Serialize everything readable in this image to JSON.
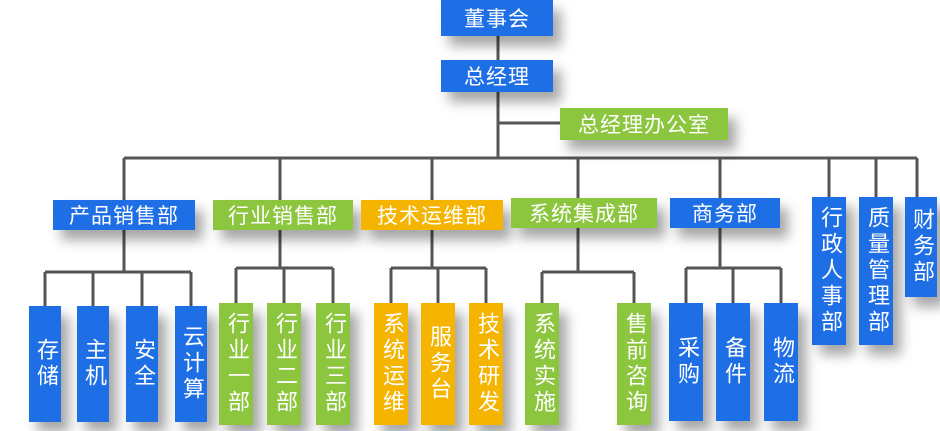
{
  "colors": {
    "blue": "#1e6fe6",
    "green": "#8cc63f",
    "orange": "#f4b400",
    "line": "#555555"
  },
  "top": {
    "board": "董事会",
    "gm": "总经理",
    "gm_office": "总经理办公室"
  },
  "departments": [
    {
      "id": "product",
      "label": "产品销售部",
      "color": "blue",
      "teams": [
        "存储",
        "主机",
        "安全",
        "云计算"
      ]
    },
    {
      "id": "industry",
      "label": "行业销售部",
      "color": "green",
      "teams": [
        "行业一部",
        "行业二部",
        "行业三部"
      ]
    },
    {
      "id": "tech",
      "label": "技术运维部",
      "color": "orange",
      "teams": [
        "系统运维",
        "服务台",
        "技术研发"
      ]
    },
    {
      "id": "integration",
      "label": "系统集成部",
      "color": "green",
      "teams": [
        "系统实施",
        "售前咨询"
      ]
    },
    {
      "id": "business",
      "label": "商务部",
      "color": "blue",
      "teams": [
        "采购",
        "备件",
        "物流"
      ]
    }
  ],
  "side_departments": [
    "行政人事部",
    "质量管理部",
    "财务部"
  ]
}
